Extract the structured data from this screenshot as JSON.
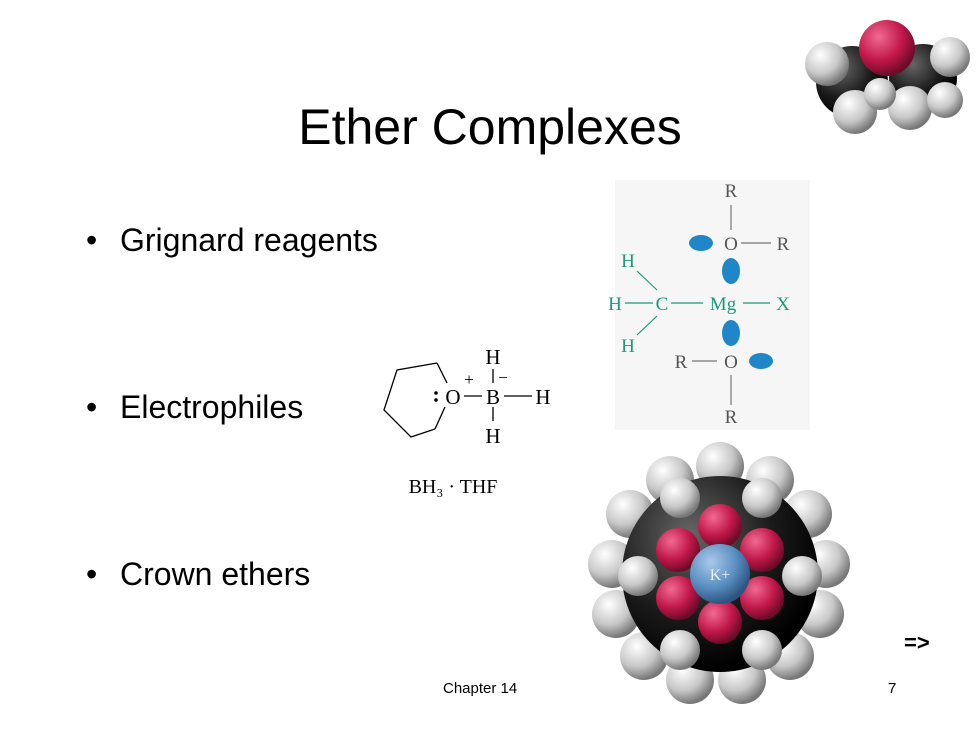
{
  "title": "Ether Complexes",
  "bullets": [
    {
      "marker": "•",
      "text": "Grignard reagents"
    },
    {
      "marker": "•",
      "text": "Electrophiles"
    },
    {
      "marker": "•",
      "text": "Crown ethers"
    }
  ],
  "grignard": {
    "o_top": "O",
    "o_bottom": "O",
    "r1": "R",
    "r2": "R",
    "r3": "R",
    "r4": "R",
    "h1": "H",
    "h2": "H",
    "h3": "H",
    "c": "C",
    "mg": "Mg",
    "x": "X",
    "green": "#1a9a7a",
    "blue": "#1f87c8"
  },
  "bh3_thf": {
    "o": "O",
    "plus": "+",
    "minus": "−",
    "b": "B",
    "h_top": "H",
    "h_right": "H",
    "h_bottom": "H",
    "caption": "BH₃ · THF"
  },
  "crown": {
    "ion": "K+"
  },
  "footer": {
    "chapter": "Chapter 14",
    "page": "7",
    "next": "=>"
  },
  "colors": {
    "oxygen": "#c2184a",
    "carbon": "#1a1a1a",
    "hydrogen": "#d9d9d9",
    "potassium": "#5b8fc2"
  }
}
